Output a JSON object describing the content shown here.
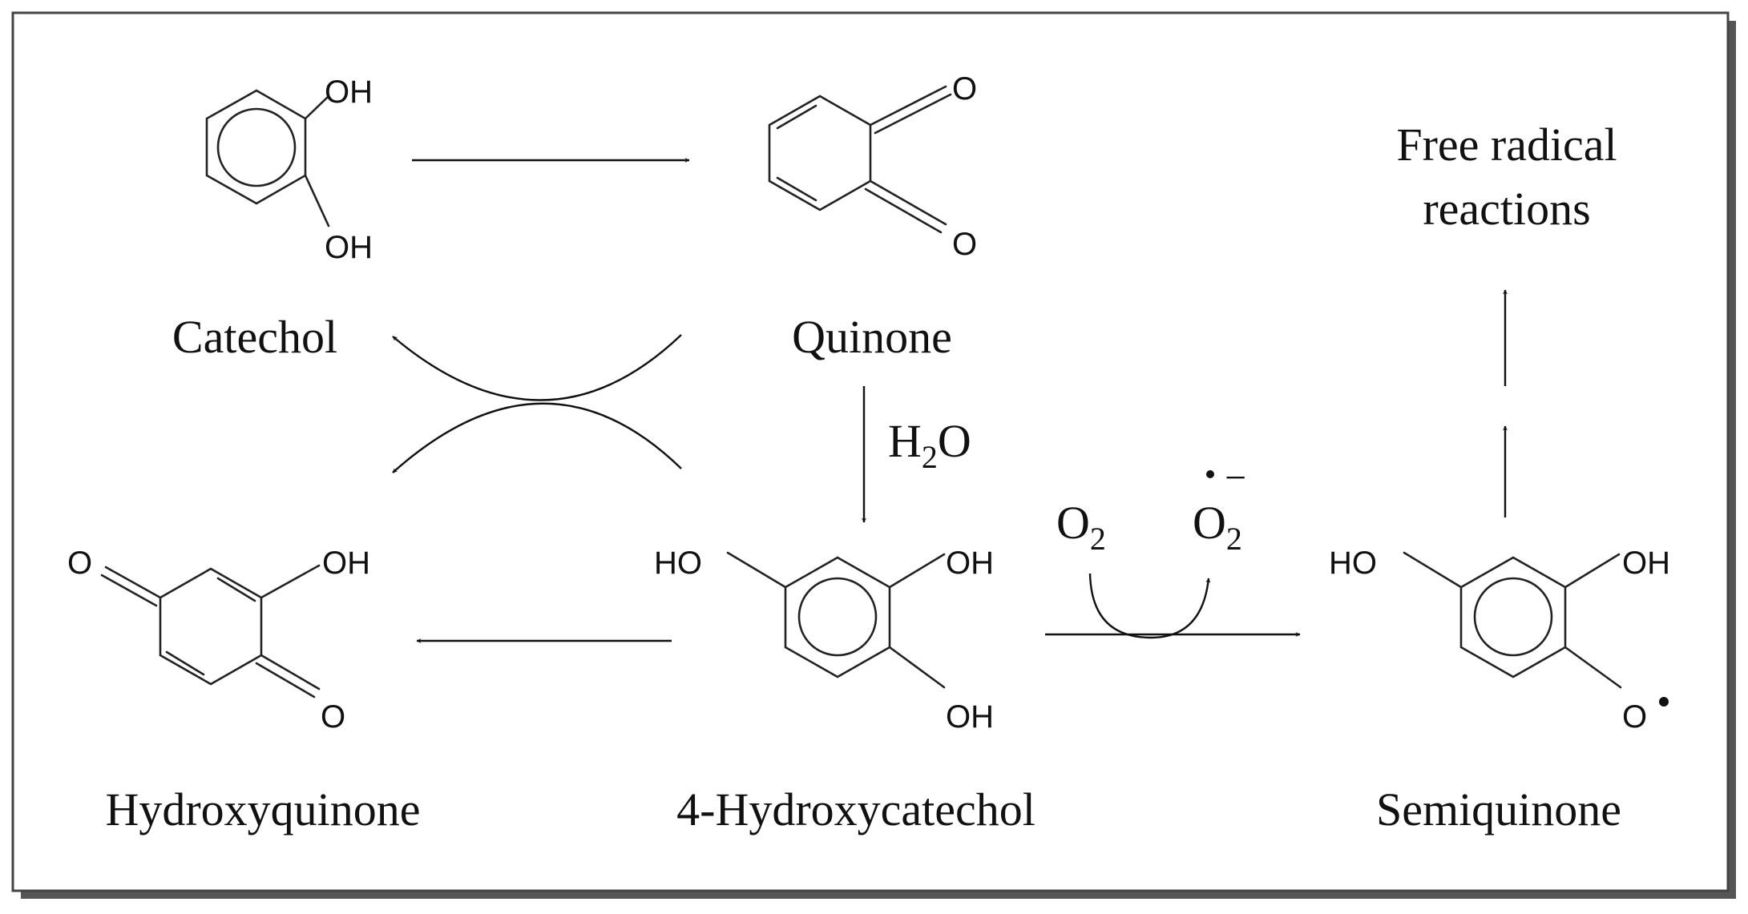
{
  "compounds": {
    "catechol": {
      "name": "Catechol",
      "subs": [
        "OH",
        "OH"
      ]
    },
    "quinone": {
      "name": "Quinone",
      "subs": [
        "O",
        "O"
      ]
    },
    "hydroxyquinone": {
      "name": "Hydroxyquinone",
      "subs": [
        "O",
        "OH",
        "O"
      ]
    },
    "hydroxycatechol": {
      "name": "4-Hydroxycatechol",
      "subs": [
        "HO",
        "OH",
        "OH"
      ]
    },
    "semiquinone": {
      "name": "Semiquinone",
      "subs": [
        "HO",
        "OH",
        "O"
      ]
    }
  },
  "reagents": {
    "water": {
      "main": "H",
      "sub": "2",
      "tail": "O"
    },
    "oxygen": {
      "main": "O",
      "sub": "2"
    },
    "superoxide": {
      "main": "O",
      "sub": "2",
      "charge": "−"
    }
  },
  "outcome": {
    "line1": "Free radical",
    "line2": "reactions"
  }
}
